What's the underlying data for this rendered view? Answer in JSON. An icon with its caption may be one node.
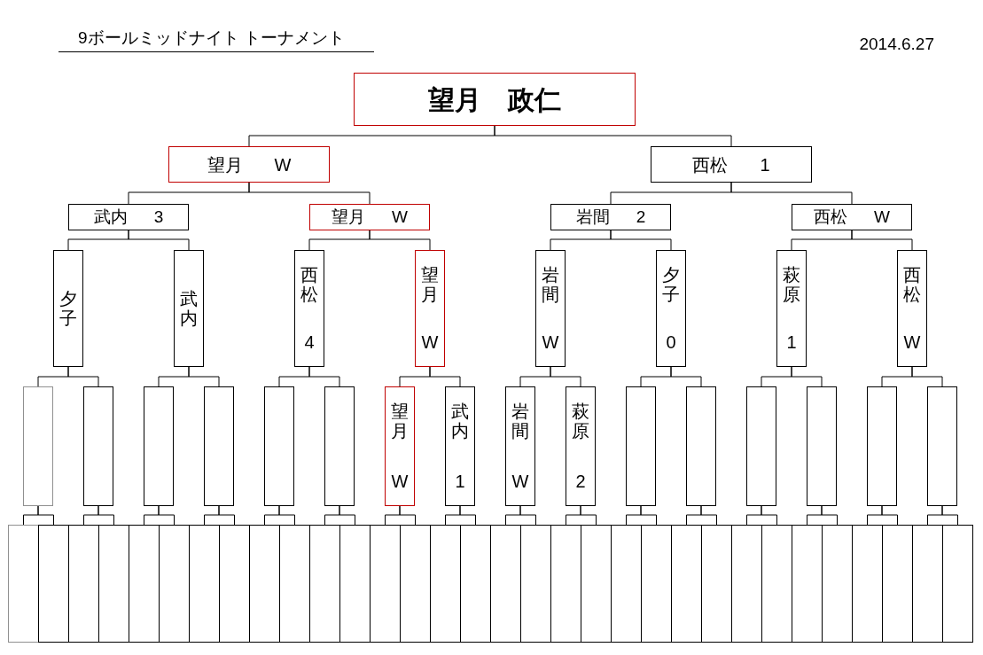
{
  "diagram": {
    "title": "9ボールミッドナイト トーナメント",
    "nodes": [
      {
        "text": [
          "望月　政仁"
        ]
      },
      {
        "text": [
          "望月",
          "W"
        ]
      },
      {
        "text": [
          "西松",
          "1"
        ]
      },
      {
        "text": [
          "武内",
          "3"
        ]
      },
      {
        "text": [
          "望月",
          "W"
        ]
      },
      {
        "text": [
          "岩間",
          "2"
        ]
      },
      {
        "text": [
          "西松",
          "W"
        ]
      },
      {
        "text": [
          "夕子"
        ]
      },
      {
        "text": [
          "武内"
        ]
      },
      {
        "text": [
          "西松",
          "4"
        ]
      },
      {
        "text": [
          "望月",
          "W"
        ]
      },
      {
        "text": [
          "岩間",
          "W"
        ]
      },
      {
        "text": [
          "夕子",
          "0"
        ]
      },
      {
        "text": [
          "萩原",
          "1"
        ]
      },
      {
        "text": [
          "西松",
          "W"
        ]
      },
      {
        "text": [],
        "shape": "box"
      },
      {
        "text": [],
        "shape": "box"
      },
      {
        "text": [],
        "shape": "box"
      },
      {
        "text": [],
        "shape": "box"
      },
      {
        "text": [],
        "shape": "box"
      },
      {
        "text": [],
        "shape": "box"
      },
      {
        "text": [
          "望月",
          "W"
        ]
      },
      {
        "text": [
          "武内",
          "1"
        ]
      },
      {
        "text": [
          "岩間",
          "W"
        ]
      },
      {
        "text": [
          "萩原",
          "2"
        ]
      },
      {
        "text": [],
        "shape": "box"
      },
      {
        "text": [],
        "shape": "box"
      },
      {
        "text": [],
        "shape": "box"
      },
      {
        "text": [],
        "shape": "box"
      },
      {
        "text": [],
        "shape": "box"
      },
      {
        "text": [],
        "shape": "box"
      },
      {
        "text": [],
        "shape": "box"
      },
      {
        "text": [],
        "shape": "box"
      },
      {
        "text": [],
        "shape": "box"
      },
      {
        "text": [],
        "shape": "box"
      },
      {
        "text": [],
        "shape": "box"
      },
      {
        "text": [],
        "shape": "box"
      },
      {
        "text": [],
        "shape": "box"
      },
      {
        "text": [],
        "shape": "box"
      },
      {
        "text": [],
        "shape": "box"
      },
      {
        "text": [],
        "shape": "box"
      },
      {
        "text": [],
        "shape": "box"
      },
      {
        "text": [],
        "shape": "box"
      },
      {
        "text": [],
        "shape": "box"
      },
      {
        "text": [],
        "shape": "box"
      },
      {
        "text": [],
        "shape": "box"
      },
      {
        "text": [],
        "shape": "box"
      },
      {
        "text": [],
        "shape": "box"
      },
      {
        "text": [],
        "shape": "box"
      },
      {
        "text": [],
        "shape": "box"
      },
      {
        "text": [],
        "shape": "box"
      },
      {
        "text": [],
        "shape": "box"
      },
      {
        "text": [],
        "shape": "box"
      },
      {
        "text": [],
        "shape": "box"
      },
      {
        "text": [],
        "shape": "box"
      },
      {
        "text": [],
        "shape": "box"
      },
      {
        "text": [],
        "shape": "box"
      },
      {
        "text": [],
        "shape": "box"
      },
      {
        "text": [],
        "shape": "box"
      },
      {
        "text": [],
        "shape": "box"
      },
      {
        "text": [],
        "shape": "box"
      },
      {
        "text": [],
        "shape": "box"
      },
      {
        "text": [],
        "shape": "box"
      }
    ],
    "edges": [
      {
        "from": 1,
        "to": 0,
        "arrow": "none"
      },
      {
        "from": 2,
        "to": 0,
        "arrow": "none"
      },
      {
        "from": 3,
        "to": 1,
        "arrow": "none"
      },
      {
        "from": 4,
        "to": 1,
        "arrow": "none"
      },
      {
        "from": 5,
        "to": 2,
        "arrow": "none"
      },
      {
        "from": 6,
        "to": 2,
        "arrow": "none"
      },
      {
        "from": 7,
        "to": 3,
        "arrow": "none"
      },
      {
        "from": 8,
        "to": 3,
        "arrow": "none"
      },
      {
        "from": 9,
        "to": 4,
        "arrow": "none"
      },
      {
        "from": 10,
        "to": 4,
        "arrow": "none"
      },
      {
        "from": 11,
        "to": 5,
        "arrow": "none"
      },
      {
        "from": 12,
        "to": 5,
        "arrow": "none"
      },
      {
        "from": 13,
        "to": 6,
        "arrow": "none"
      },
      {
        "from": 14,
        "to": 6,
        "arrow": "none"
      },
      {
        "from": 15,
        "to": 7,
        "arrow": "none"
      },
      {
        "from": 16,
        "to": 7,
        "arrow": "none"
      },
      {
        "from": 17,
        "to": 8,
        "arrow": "none"
      },
      {
        "from": 18,
        "to": 8,
        "arrow": "none"
      },
      {
        "from": 19,
        "to": 9,
        "arrow": "none"
      },
      {
        "from": 20,
        "to": 9,
        "arrow": "none"
      },
      {
        "from": 21,
        "to": 10,
        "arrow": "none"
      },
      {
        "from": 22,
        "to": 10,
        "arrow": "none"
      },
      {
        "from": 23,
        "to": 11,
        "arrow": "none"
      },
      {
        "from": 24,
        "to": 11,
        "arrow": "none"
      },
      {
        "from": 25,
        "to": 12,
        "arrow": "none"
      },
      {
        "from": 26,
        "to": 12,
        "arrow": "none"
      },
      {
        "from": 27,
        "to": 13,
        "arrow": "none"
      },
      {
        "from": 28,
        "to": 13,
        "arrow": "none"
      },
      {
        "from": 29,
        "to": 14,
        "arrow": "none"
      },
      {
        "from": 30,
        "to": 14,
        "arrow": "none"
      },
      {
        "from": 31,
        "to": 15,
        "arrow": "none"
      },
      {
        "from": 32,
        "to": 15,
        "arrow": "none"
      },
      {
        "from": 33,
        "to": 16,
        "arrow": "none"
      },
      {
        "from": 34,
        "to": 16,
        "arrow": "none"
      },
      {
        "from": 35,
        "to": 17,
        "arrow": "none"
      },
      {
        "from": 36,
        "to": 17,
        "arrow": "none"
      },
      {
        "from": 37,
        "to": 18,
        "arrow": "none"
      },
      {
        "from": 38,
        "to": 18,
        "arrow": "none"
      },
      {
        "from": 39,
        "to": 19,
        "arrow": "none"
      },
      {
        "from": 40,
        "to": 19,
        "arrow": "none"
      },
      {
        "from": 41,
        "to": 20,
        "arrow": "none"
      },
      {
        "from": 42,
        "to": 20,
        "arrow": "none"
      },
      {
        "from": 43,
        "to": 21,
        "arrow": "none"
      },
      {
        "from": 44,
        "to": 21,
        "arrow": "none"
      },
      {
        "from": 45,
        "to": 22,
        "arrow": "none"
      },
      {
        "from": 46,
        "to": 22,
        "arrow": "none"
      },
      {
        "from": 47,
        "to": 23,
        "arrow": "none"
      },
      {
        "from": 48,
        "to": 23,
        "arrow": "none"
      },
      {
        "from": 49,
        "to": 24,
        "arrow": "none"
      },
      {
        "from": 50,
        "to": 24,
        "arrow": "none"
      },
      {
        "from": 51,
        "to": 25,
        "arrow": "none"
      },
      {
        "from": 52,
        "to": 25,
        "arrow": "none"
      },
      {
        "from": 53,
        "to": 26,
        "arrow": "none"
      },
      {
        "from": 54,
        "to": 26,
        "arrow": "none"
      },
      {
        "from": 55,
        "to": 27,
        "arrow": "none"
      },
      {
        "from": 56,
        "to": 27,
        "arrow": "none"
      },
      {
        "from": 57,
        "to": 28,
        "arrow": "none"
      },
      {
        "from": 58,
        "to": 28,
        "arrow": "none"
      },
      {
        "from": 59,
        "to": 29,
        "arrow": "none"
      },
      {
        "from": 60,
        "to": 29,
        "arrow": "none"
      },
      {
        "from": 61,
        "to": 30,
        "arrow": "none"
      },
      {
        "from": 62,
        "to": 30,
        "arrow": "none"
      }
    ],
    "labels": [
      "2014.6.27"
    ]
  }
}
